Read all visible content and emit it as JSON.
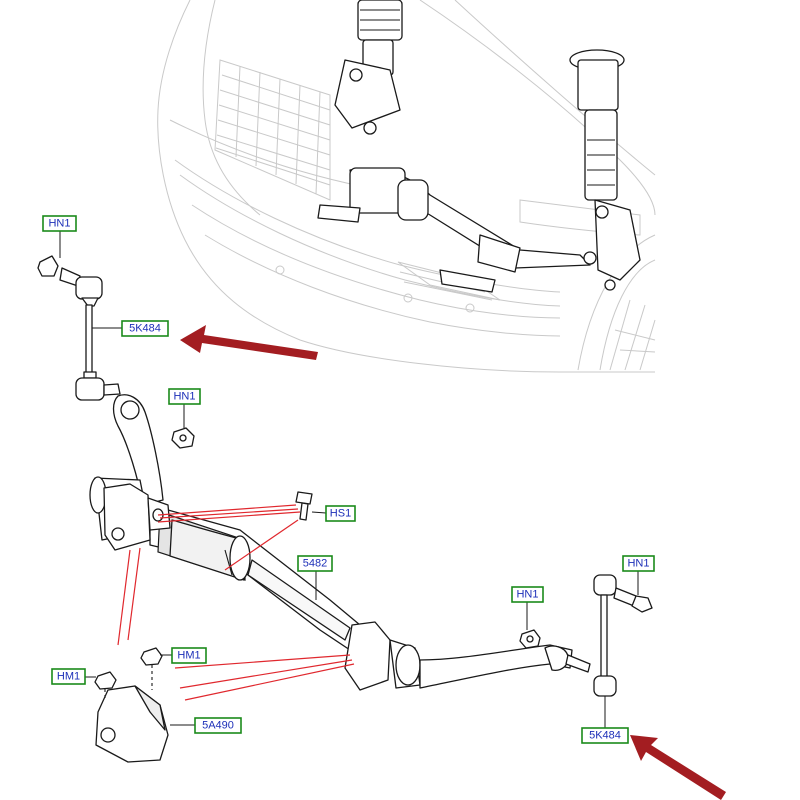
{
  "diagram": {
    "labels": {
      "hn1_top_left": "HN1",
      "link_left": "5K484",
      "hn1_mid_left": "HN1",
      "hs1": "HS1",
      "bar": "5482",
      "hn1_right_top": "HN1",
      "hn1_right_mid": "HN1",
      "hm1_upper": "HM1",
      "hm1_lower": "HM1",
      "bracket": "5A490",
      "link_right": "5K484"
    },
    "colors": {
      "label_border": "#1a8a1a",
      "label_text": "#1c2fb8",
      "highlight_arrow": "#a31d21",
      "reference_lines": "#e0282e"
    }
  }
}
